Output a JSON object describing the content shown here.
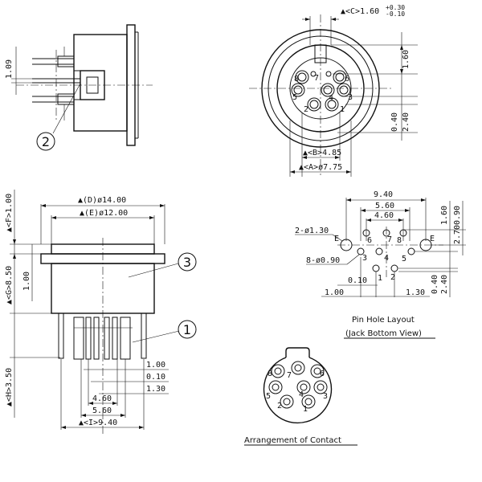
{
  "side_view": {
    "dim_1_09": "1.09",
    "callout_2": "2"
  },
  "front_view": {
    "dim_c": "▲<C>1.60",
    "dim_c_tol_plus": "+0.30",
    "dim_c_tol_minus": "-0.10",
    "dim_1_60": "1.60",
    "dim_0_40": "0.40",
    "dim_2_40": "2.40",
    "dim_b": "▲<B>4.85",
    "dim_a": "▲<A>ø7.75",
    "pins": [
      "8",
      "7",
      "6",
      "5",
      "4",
      "3",
      "2",
      "1"
    ]
  },
  "section_view": {
    "dim_d": "▲(D)ø14.00",
    "dim_e": "▲(E)ø12.00",
    "dim_f": "▲<F>1.00",
    "dim_g": "▲<G>8.50",
    "dim_1_00": "1.00",
    "dim_h": "▲<H>3.50",
    "callout_3": "3",
    "callout_1": "1",
    "dim_r1": "1.00",
    "dim_r2": "0.10",
    "dim_r3": "1.30",
    "dim_4_60": "4.60",
    "dim_5_60": "5.60",
    "dim_i": "▲<I>9.40"
  },
  "pin_layout": {
    "dim_9_40": "9.40",
    "dim_5_60": "5.60",
    "dim_4_60": "4.60",
    "dim_1_60": "1.60",
    "dim_2_70": "2.70",
    "dim_0_90v": "0.90",
    "dim_0_40": "0.40",
    "dim_2_40": "2.40",
    "dim_0_10": "0.10",
    "dim_1_00": "1.00",
    "dim_1_30": "1.30",
    "hole_e_label": "2-ø1.30",
    "hole_pin_label": "8-ø0.90",
    "label_e": "E",
    "pins": [
      "6",
      "7",
      "8",
      "3",
      "4",
      "5",
      "1",
      "2"
    ],
    "caption_line1": "Pin Hole Layout",
    "caption_line2": "(Jack Bottom View)"
  },
  "contact": {
    "pins": [
      "8",
      "7",
      "6",
      "5",
      "4",
      "3",
      "2",
      "1"
    ],
    "caption": "Arrangement of Contact"
  }
}
